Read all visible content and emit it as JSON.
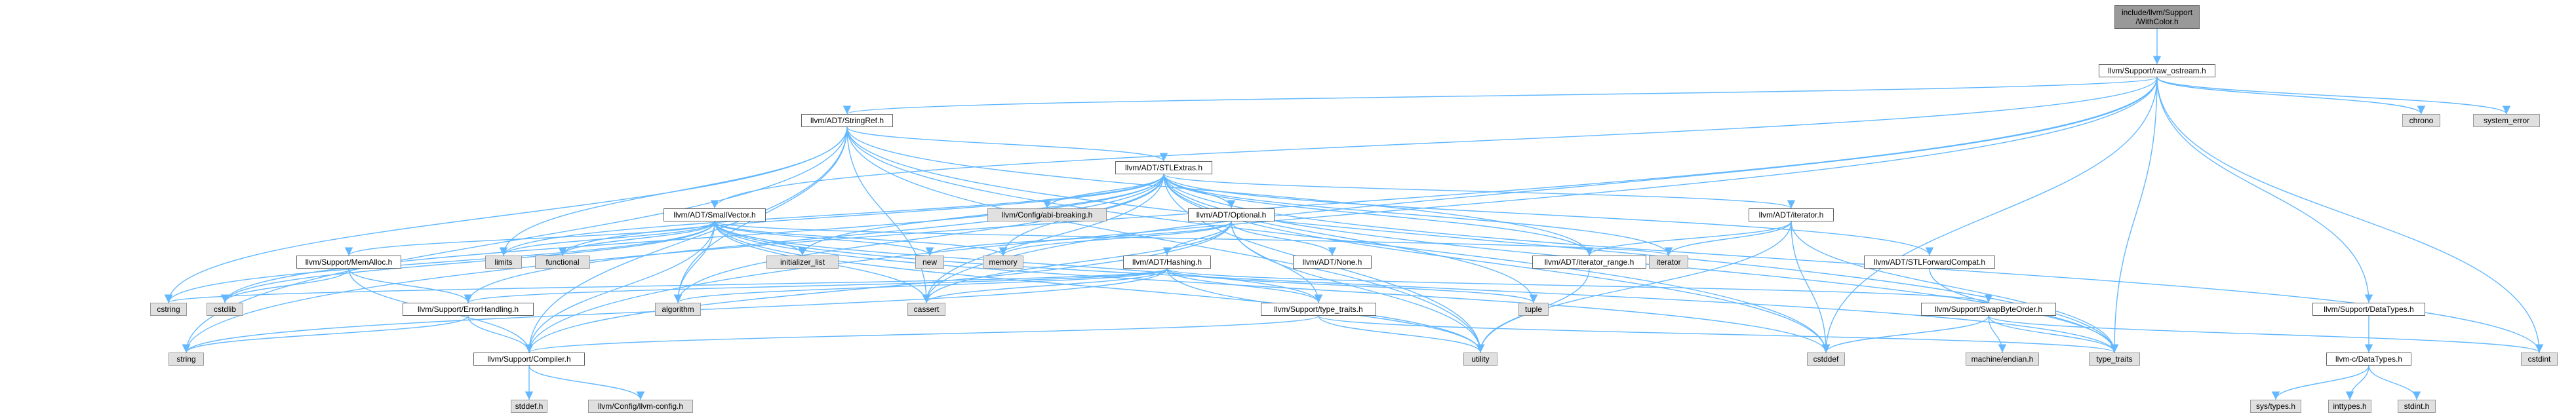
{
  "graph": {
    "nodes": [
      {
        "id": "root",
        "label": "include/llvm/Support\n/WithColor.h",
        "kind": "root"
      },
      {
        "id": "raw_ostream",
        "label": "llvm/Support/raw_ostream.h",
        "kind": "white"
      },
      {
        "id": "stringref",
        "label": "llvm/ADT/StringRef.h",
        "kind": "white"
      },
      {
        "id": "chrono",
        "label": "chrono",
        "kind": "grey"
      },
      {
        "id": "system_error",
        "label": "system_error",
        "kind": "grey"
      },
      {
        "id": "stlextras",
        "label": "llvm/ADT/STLExtras.h",
        "kind": "white"
      },
      {
        "id": "abi_breaking",
        "label": "llvm/Config/abi-breaking.h",
        "kind": "grey"
      },
      {
        "id": "smallvector",
        "label": "llvm/ADT/SmallVector.h",
        "kind": "white"
      },
      {
        "id": "optional",
        "label": "llvm/ADT/Optional.h",
        "kind": "white"
      },
      {
        "id": "adt_iterator",
        "label": "llvm/ADT/iterator.h",
        "kind": "white"
      },
      {
        "id": "memalloc",
        "label": "llvm/Support/MemAlloc.h",
        "kind": "white"
      },
      {
        "id": "limits",
        "label": "limits",
        "kind": "grey"
      },
      {
        "id": "functional",
        "label": "functional",
        "kind": "grey"
      },
      {
        "id": "initializer_list",
        "label": "initializer_list",
        "kind": "grey"
      },
      {
        "id": "new",
        "label": "new",
        "kind": "grey"
      },
      {
        "id": "memory",
        "label": "memory",
        "kind": "grey"
      },
      {
        "id": "none",
        "label": "llvm/ADT/None.h",
        "kind": "white"
      },
      {
        "id": "iterator_range",
        "label": "llvm/ADT/iterator_range.h",
        "kind": "white"
      },
      {
        "id": "iterator",
        "label": "iterator",
        "kind": "grey"
      },
      {
        "id": "stlforward",
        "label": "llvm/ADT/STLForwardCompat.h",
        "kind": "white"
      },
      {
        "id": "cstring",
        "label": "cstring",
        "kind": "grey"
      },
      {
        "id": "cstdlib",
        "label": "cstdlib",
        "kind": "grey"
      },
      {
        "id": "hashing",
        "label": "llvm/ADT/Hashing.h",
        "kind": "white"
      },
      {
        "id": "errorhandling",
        "label": "llvm/Support/ErrorHandling.h",
        "kind": "white"
      },
      {
        "id": "algorithm",
        "label": "algorithm",
        "kind": "grey"
      },
      {
        "id": "cassert",
        "label": "cassert",
        "kind": "grey"
      },
      {
        "id": "type_traits_h",
        "label": "llvm/Support/type_traits.h",
        "kind": "white"
      },
      {
        "id": "tuple",
        "label": "tuple",
        "kind": "grey"
      },
      {
        "id": "swapbyteorder",
        "label": "llvm/Support/SwapByteOrder.h",
        "kind": "white"
      },
      {
        "id": "datatypes",
        "label": "llvm/Support/DataTypes.h",
        "kind": "white"
      },
      {
        "id": "string",
        "label": "string",
        "kind": "grey"
      },
      {
        "id": "compiler",
        "label": "llvm/Support/Compiler.h",
        "kind": "white"
      },
      {
        "id": "utility",
        "label": "utility",
        "kind": "grey"
      },
      {
        "id": "cstddef",
        "label": "cstddef",
        "kind": "grey"
      },
      {
        "id": "machine_endian",
        "label": "machine/endian.h",
        "kind": "grey"
      },
      {
        "id": "type_traits",
        "label": "type_traits",
        "kind": "grey"
      },
      {
        "id": "cstdint",
        "label": "cstdint",
        "kind": "grey"
      },
      {
        "id": "c_datatypes",
        "label": "llvm-c/DataTypes.h",
        "kind": "white"
      },
      {
        "id": "stddef",
        "label": "stddef.h",
        "kind": "grey"
      },
      {
        "id": "llvm_config",
        "label": "llvm/Config/llvm-config.h",
        "kind": "grey"
      },
      {
        "id": "sys_types",
        "label": "sys/types.h",
        "kind": "grey"
      },
      {
        "id": "inttypes",
        "label": "inttypes.h",
        "kind": "grey"
      },
      {
        "id": "stdint",
        "label": "stdint.h",
        "kind": "grey"
      }
    ],
    "edges": [
      [
        "root",
        "raw_ostream"
      ],
      [
        "raw_ostream",
        "stringref"
      ],
      [
        "raw_ostream",
        "chrono"
      ],
      [
        "raw_ostream",
        "system_error"
      ],
      [
        "raw_ostream",
        "smallvector"
      ],
      [
        "raw_ostream",
        "compiler"
      ],
      [
        "raw_ostream",
        "datatypes"
      ],
      [
        "raw_ostream",
        "cassert"
      ],
      [
        "raw_ostream",
        "cstddef"
      ],
      [
        "raw_ostream",
        "cstdint"
      ],
      [
        "raw_ostream",
        "string"
      ],
      [
        "raw_ostream",
        "type_traits"
      ],
      [
        "stringref",
        "stlextras"
      ],
      [
        "stringref",
        "iterator_range"
      ],
      [
        "stringref",
        "compiler"
      ],
      [
        "stringref",
        "algorithm"
      ],
      [
        "stringref",
        "cassert"
      ],
      [
        "stringref",
        "cstddef"
      ],
      [
        "stringref",
        "cstring"
      ],
      [
        "stringref",
        "limits"
      ],
      [
        "stringref",
        "string"
      ],
      [
        "stringref",
        "type_traits"
      ],
      [
        "stringref",
        "utility"
      ],
      [
        "stlextras",
        "abi_breaking"
      ],
      [
        "stlextras",
        "optional"
      ],
      [
        "stlextras",
        "stlforward"
      ],
      [
        "stlextras",
        "iterator"
      ],
      [
        "stlextras",
        "adt_iterator"
      ],
      [
        "stlextras",
        "iterator_range"
      ],
      [
        "stlextras",
        "errorhandling"
      ],
      [
        "stlextras",
        "algorithm"
      ],
      [
        "stlextras",
        "cassert"
      ],
      [
        "stlextras",
        "cstddef"
      ],
      [
        "stlextras",
        "cstdint"
      ],
      [
        "stlextras",
        "cstdlib"
      ],
      [
        "stlextras",
        "functional"
      ],
      [
        "stlextras",
        "initializer_list"
      ],
      [
        "stlextras",
        "limits"
      ],
      [
        "stlextras",
        "memory"
      ],
      [
        "stlextras",
        "tuple"
      ],
      [
        "stlextras",
        "type_traits"
      ],
      [
        "stlextras",
        "utility"
      ],
      [
        "optional",
        "hashing"
      ],
      [
        "optional",
        "none"
      ],
      [
        "optional",
        "compiler"
      ],
      [
        "optional",
        "type_traits_h"
      ],
      [
        "optional",
        "cassert"
      ],
      [
        "optional",
        "memory"
      ],
      [
        "optional",
        "new"
      ],
      [
        "optional",
        "utility"
      ],
      [
        "hashing",
        "errorhandling"
      ],
      [
        "hashing",
        "swapbyteorder"
      ],
      [
        "hashing",
        "type_traits_h"
      ],
      [
        "hashing",
        "algorithm"
      ],
      [
        "hashing",
        "cassert"
      ],
      [
        "hashing",
        "cstring"
      ],
      [
        "hashing",
        "string"
      ],
      [
        "hashing",
        "tuple"
      ],
      [
        "hashing",
        "utility"
      ],
      [
        "smallvector",
        "compiler"
      ],
      [
        "smallvector",
        "memalloc"
      ],
      [
        "smallvector",
        "type_traits_h"
      ],
      [
        "smallvector",
        "algorithm"
      ],
      [
        "smallvector",
        "cassert"
      ],
      [
        "smallvector",
        "cstddef"
      ],
      [
        "smallvector",
        "cstdlib"
      ],
      [
        "smallvector",
        "cstring"
      ],
      [
        "smallvector",
        "functional"
      ],
      [
        "smallvector",
        "initializer_list"
      ],
      [
        "smallvector",
        "iterator"
      ],
      [
        "smallvector",
        "limits"
      ],
      [
        "smallvector",
        "memory"
      ],
      [
        "smallvector",
        "new"
      ],
      [
        "smallvector",
        "type_traits"
      ],
      [
        "smallvector",
        "utility"
      ],
      [
        "memalloc",
        "compiler"
      ],
      [
        "memalloc",
        "errorhandling"
      ],
      [
        "memalloc",
        "cstdlib"
      ],
      [
        "errorhandling",
        "compiler"
      ],
      [
        "errorhandling",
        "string"
      ],
      [
        "adt_iterator",
        "iterator_range"
      ],
      [
        "adt_iterator",
        "cstddef"
      ],
      [
        "adt_iterator",
        "iterator"
      ],
      [
        "adt_iterator",
        "type_traits"
      ],
      [
        "adt_iterator",
        "utility"
      ],
      [
        "iterator_range",
        "utility"
      ],
      [
        "stlforward",
        "type_traits"
      ],
      [
        "type_traits_h",
        "compiler"
      ],
      [
        "type_traits_h",
        "type_traits"
      ],
      [
        "type_traits_h",
        "utility"
      ],
      [
        "swapbyteorder",
        "cstddef"
      ],
      [
        "swapbyteorder",
        "cstdint"
      ],
      [
        "swapbyteorder",
        "type_traits"
      ],
      [
        "swapbyteorder",
        "machine_endian"
      ],
      [
        "datatypes",
        "c_datatypes"
      ],
      [
        "c_datatypes",
        "sys_types"
      ],
      [
        "c_datatypes",
        "inttypes"
      ],
      [
        "c_datatypes",
        "stdint"
      ],
      [
        "compiler",
        "stddef"
      ],
      [
        "compiler",
        "llvm_config"
      ]
    ]
  },
  "colors": {
    "edge": "#63b8ff",
    "node_border": "#666666",
    "grey_fill": "#e0e0e0",
    "root_fill": "#999999"
  }
}
